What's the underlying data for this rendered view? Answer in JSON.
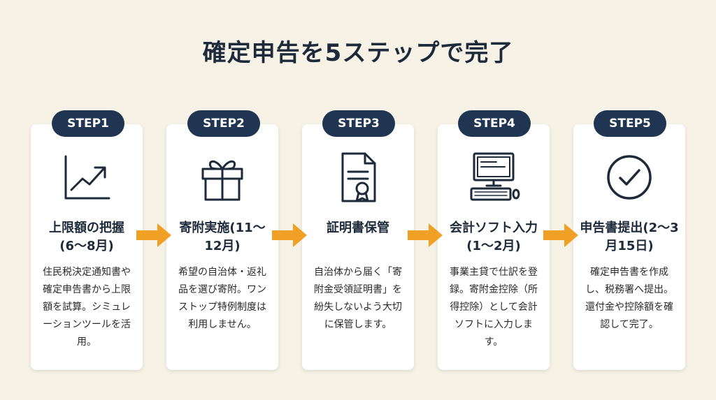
{
  "title": "確定申告を5ステップで完了",
  "colors": {
    "navy": "#1f3552",
    "arrow": "#f0a024",
    "background": "#f6f2e6",
    "card": "#ffffff"
  },
  "steps": [
    {
      "label": "STEP1",
      "icon": "line-chart-icon",
      "heading": "上限額の把握(6〜8月)",
      "description": "住民税決定通知書や確定申告書から上限額を試算。シミュレーションツールを活用。"
    },
    {
      "label": "STEP2",
      "icon": "gift-icon",
      "heading": "寄附実施(11〜12月)",
      "description": "希望の自治体・返礼品を選び寄附。ワンストップ特例制度は利用しません。"
    },
    {
      "label": "STEP3",
      "icon": "certificate-document-icon",
      "heading": "証明書保管",
      "description": "自治体から届く「寄附金受領証明書」を紛失しないよう大切に保管します。"
    },
    {
      "label": "STEP4",
      "icon": "computer-icon",
      "heading": "会計ソフト入力(1〜2月)",
      "description": "事業主貸で仕訳を登録。寄附金控除（所得控除）として会計ソフトに入力します。"
    },
    {
      "label": "STEP5",
      "icon": "checkmark-circle-icon",
      "heading": "申告書提出(2〜3月15日)",
      "description": "確定申告書を作成し、税務署へ提出。還付金や控除額を確認して完了。"
    }
  ]
}
